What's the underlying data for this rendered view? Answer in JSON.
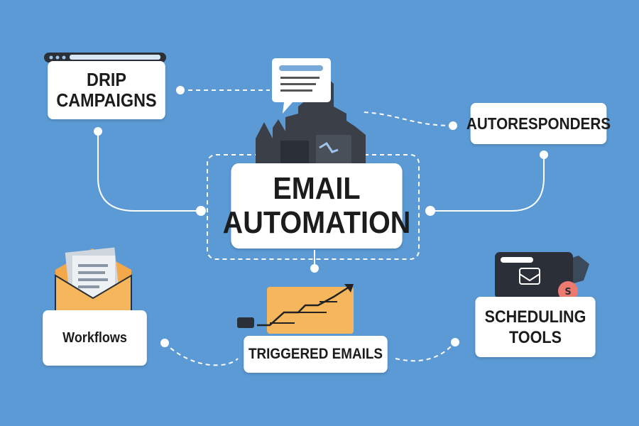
{
  "center": {
    "line1": "EMAIL",
    "line2": "AUTOMATION"
  },
  "nodes": {
    "drip": {
      "line1": "DRIP",
      "line2": "CAMPAIGNS"
    },
    "autoresponders": "AUTORESPONDERS",
    "workflows": "Workflows",
    "triggered": "TRIGGERED EMAILS",
    "scheduling": {
      "line1": "SCHEDULING",
      "line2": "TOOLS"
    }
  },
  "colors": {
    "background": "#5b9ad4",
    "dark": "#2b2f37",
    "orange": "#f5b65c",
    "accent": "#ec7a6e"
  }
}
